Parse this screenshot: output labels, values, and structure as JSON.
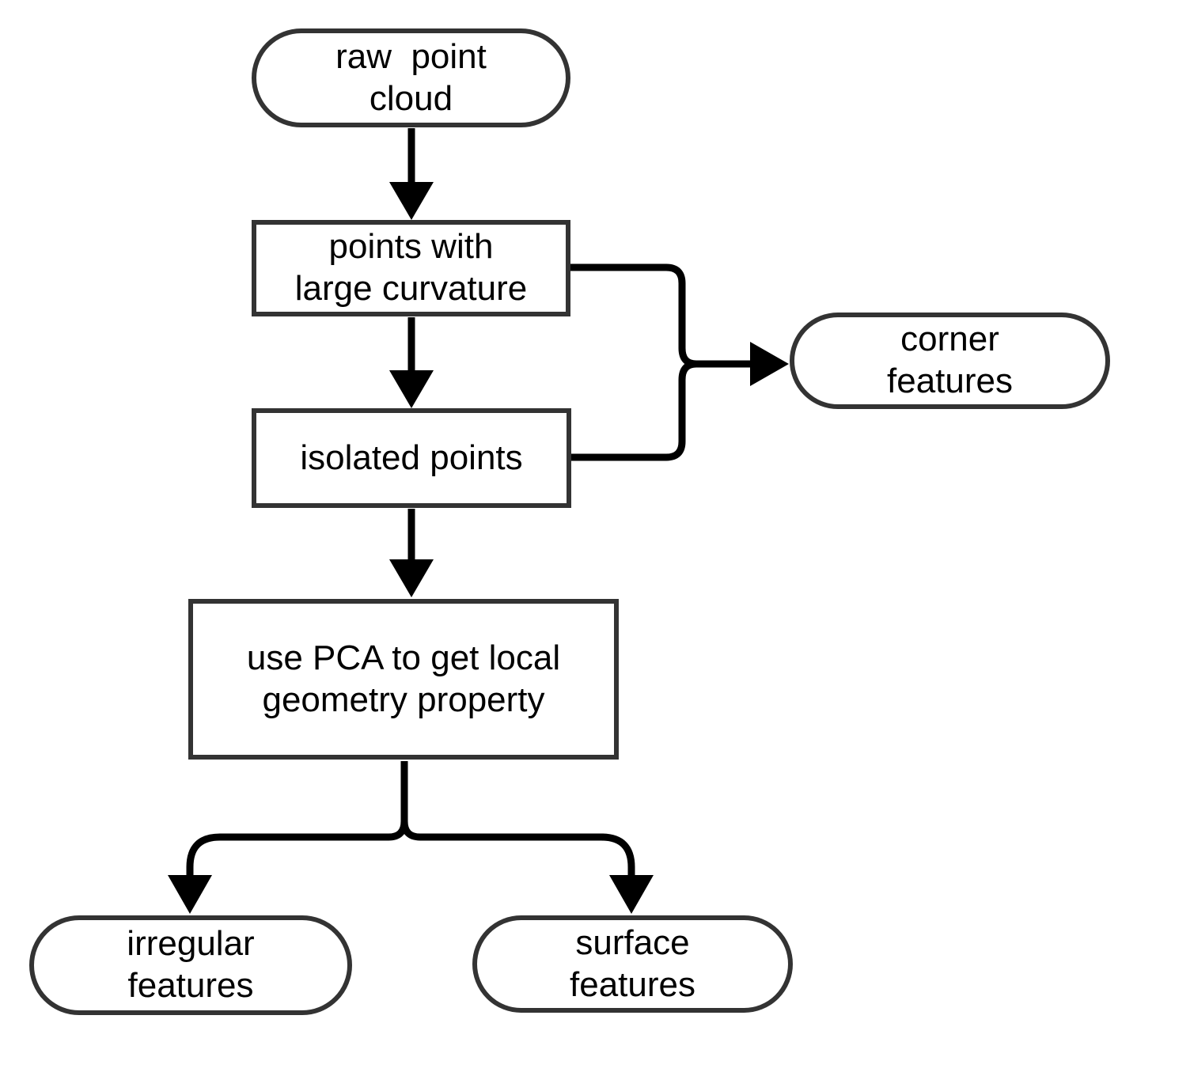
{
  "diagram": {
    "colors": {
      "background": "#ffffff",
      "node_border": "#333333",
      "connector": "#000000",
      "text": "#000000"
    },
    "nodes": {
      "raw_point_cloud": {
        "label": "raw  point\ncloud"
      },
      "points_large_curvature": {
        "label": "points with\nlarge curvature"
      },
      "isolated_points": {
        "label": "isolated points"
      },
      "corner_features": {
        "label": "corner\nfeatures"
      },
      "use_pca": {
        "label": "use PCA to get local\ngeometry property"
      },
      "irregular_features": {
        "label": "irregular\nfeatures"
      },
      "surface_features": {
        "label": "surface\nfeatures"
      }
    },
    "edges": [
      {
        "from": "raw_point_cloud",
        "to": "points_large_curvature"
      },
      {
        "from": "points_large_curvature",
        "to": "isolated_points"
      },
      {
        "from": "points_large_curvature",
        "to": "corner_features"
      },
      {
        "from": "isolated_points",
        "to": "corner_features"
      },
      {
        "from": "isolated_points",
        "to": "use_pca"
      },
      {
        "from": "use_pca",
        "to": "irregular_features"
      },
      {
        "from": "use_pca",
        "to": "surface_features"
      }
    ]
  }
}
